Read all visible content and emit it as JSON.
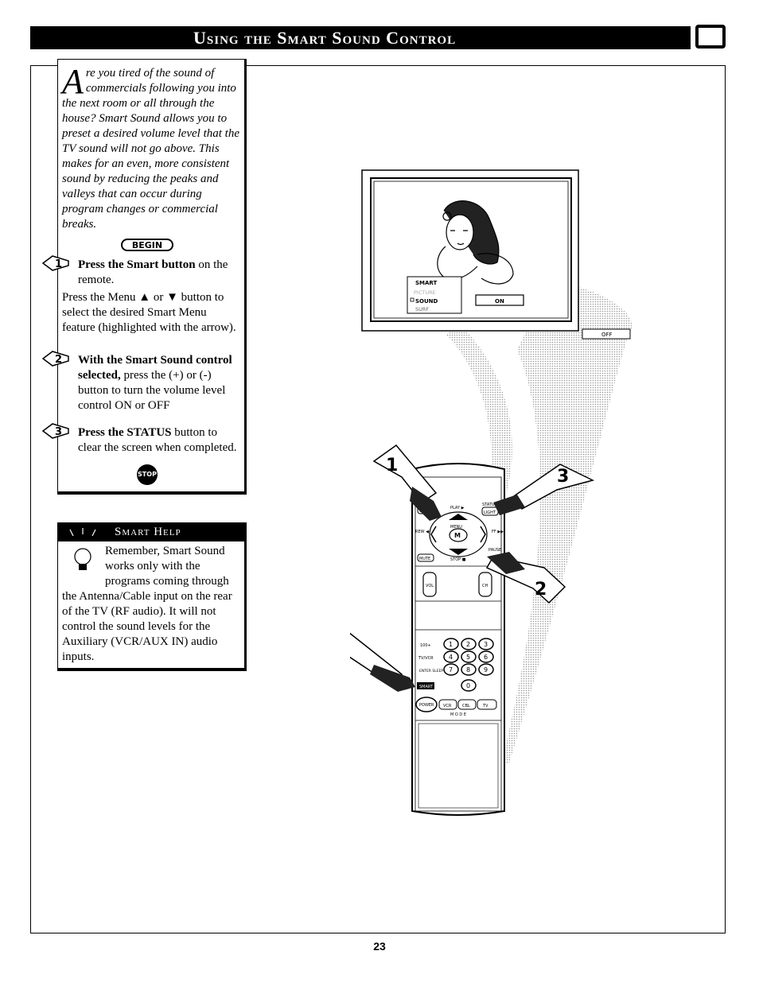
{
  "header": {
    "title": "Using the Smart Sound Control"
  },
  "intro": {
    "dropcap": "A",
    "text": "re you tired of the sound of commercials following you into the next room or all through the house? Smart Sound allows you to preset a desired volume level that the TV sound will not go above. This makes for an even, more consistent sound by reducing the peaks and valleys that can occur during program changes or commercial breaks."
  },
  "begin_label": "BEGIN",
  "steps": [
    {
      "num": "1",
      "bold": "Press the Smart button",
      "text": " on the remote.",
      "extra": "Press the Menu ▲ or ▼ button to select the desired Smart Menu feature (highlighted with the arrow)."
    },
    {
      "num": "2",
      "bold": "With the Smart Sound control selected,",
      "text": " press the (+) or (-) button to turn the volume level control ON or OFF"
    },
    {
      "num": "3",
      "bold": "Press the STATUS",
      "text": " button to clear the screen when completed."
    }
  ],
  "stop_label": "STOP",
  "help": {
    "title": "Smart Help",
    "text": "Remember, Smart Sound works only with the programs coming through the Antenna/Cable input on the rear of the TV (RF audio). It will not control the sound levels for the Auxiliary (VCR/AUX IN) audio inputs."
  },
  "tv_screen": {
    "menu_title": "SMART",
    "menu_items": [
      "PICTURE",
      "SOUND",
      "SURF"
    ],
    "selected_item": "SOUND",
    "value_on": "ON",
    "value_off": "OFF"
  },
  "remote": {
    "buttons": [
      "CLEAR",
      "PLAY ▶",
      "STATUS",
      "LIGHT",
      "REW ◀◀",
      "FF ▶▶",
      "MENU",
      "M",
      "PAUSE",
      "MUTE",
      "STOP ■",
      "VOL",
      "CH",
      "100+",
      "TV/VCR",
      "ENTER SLEEP",
      "SMART",
      "POWER",
      "VCR",
      "CBL",
      "TV"
    ],
    "digits": [
      "1",
      "2",
      "3",
      "4",
      "5",
      "6",
      "7",
      "8",
      "9",
      "0"
    ],
    "mode_label": "M O D E"
  },
  "callouts": [
    "1",
    "3",
    "2",
    "1"
  ],
  "page_number": "23"
}
